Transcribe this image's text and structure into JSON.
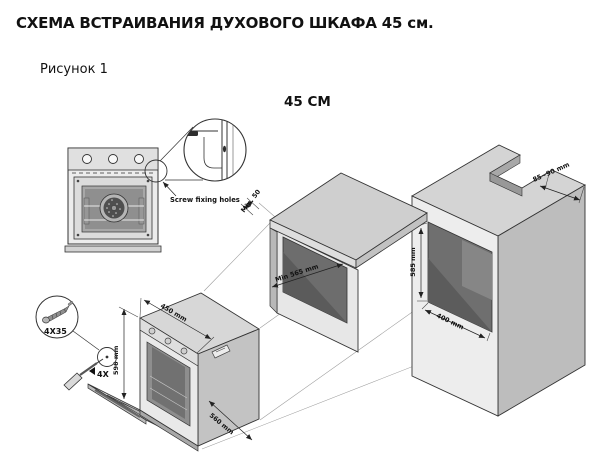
{
  "page": {
    "title": "СХЕМА ВСТРАИВАНИЯ ДУХОВОГО ШКАФА 45 см.",
    "figure_label": "Рисунок 1"
  },
  "diagram": {
    "size_heading": "45 СМ",
    "annotations": {
      "screw_fixing_holes": "Screw fixing holes",
      "screw_spec": "4X35",
      "screw_count": "4X"
    },
    "dimensions": {
      "oven_width": "450 mm",
      "oven_height": "596 mm",
      "oven_depth": "560 mm",
      "cabinet_min_depth": "Min 565 mm",
      "rear_gap_min": "Min. 50",
      "niche_height": "585 mm",
      "niche_width": "400 mm",
      "top_clearance": "85~90 mm"
    }
  }
}
